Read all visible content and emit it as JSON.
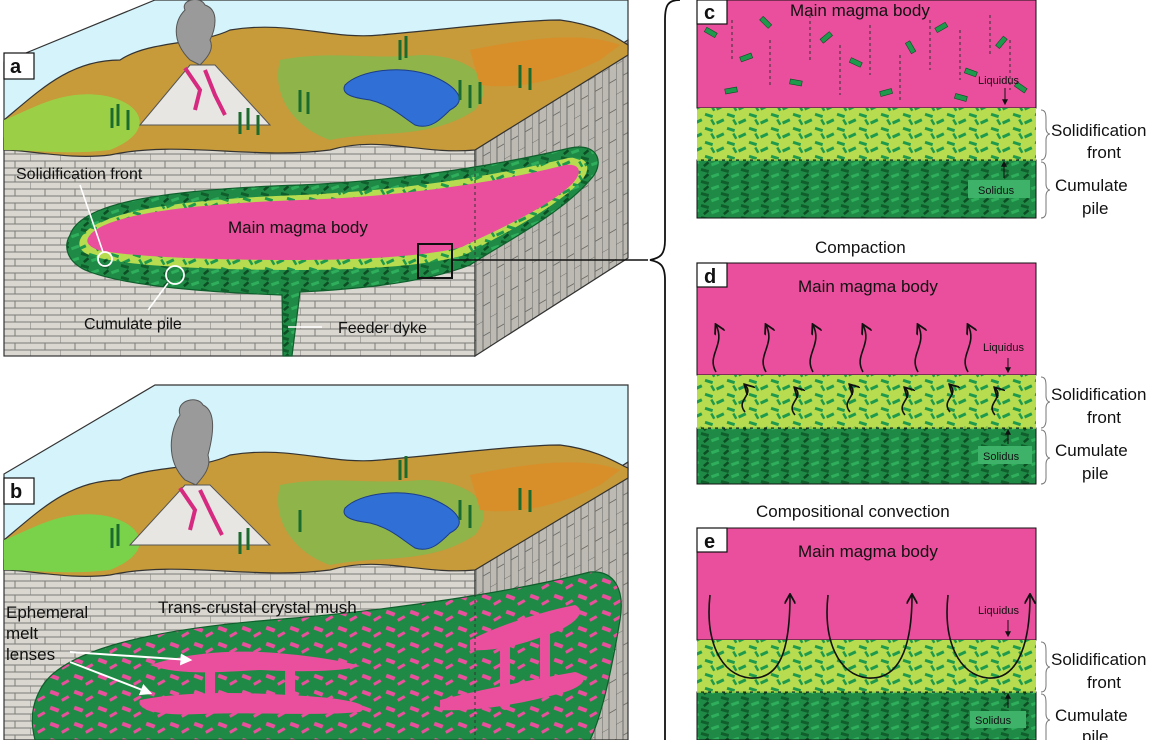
{
  "panel_a": {
    "letter": "a",
    "label_solidification_front": "Solidification front",
    "label_main_magma_body": "Main magma body",
    "label_cumulate_pile": "Cumulate pile",
    "label_feeder_dyke": "Feeder dyke"
  },
  "panel_b": {
    "letter": "b",
    "label_trans_crustal": "Trans-crustal crystal mush",
    "label_ephemeral_1": "Ephemeral",
    "label_ephemeral_2": "melt",
    "label_ephemeral_3": "lenses"
  },
  "panel_c": {
    "letter": "c",
    "title": "",
    "main": "Main magma body",
    "liquidus": "Liquidus",
    "solidus": "Solidus",
    "solidification_1": "Solidification",
    "solidification_2": "front",
    "cumulate_1": "Cumulate",
    "cumulate_2": "pile"
  },
  "panel_d": {
    "letter": "d",
    "title": "Compaction",
    "main": "Main magma body",
    "liquidus": "Liquidus",
    "solidus": "Solidus",
    "solidification_1": "Solidification",
    "solidification_2": "front",
    "cumulate_1": "Cumulate",
    "cumulate_2": "pile"
  },
  "panel_e": {
    "letter": "e",
    "title": "Compositional convection",
    "main": "Main magma body",
    "liquidus": "Liquidus",
    "solidus": "Solidus",
    "solidification_1": "Solidification",
    "solidification_2": "front",
    "cumulate_1": "Cumulate",
    "cumulate_2": "pile"
  },
  "colors": {
    "magma": "#e94f9c",
    "mush_light": "#b7dc4f",
    "crystal": "#1f9a4d",
    "cumulate": "#1f8a45",
    "rock": "#d8d6cf",
    "sky": "#d4f3fa",
    "lake": "#2f6fd6"
  }
}
